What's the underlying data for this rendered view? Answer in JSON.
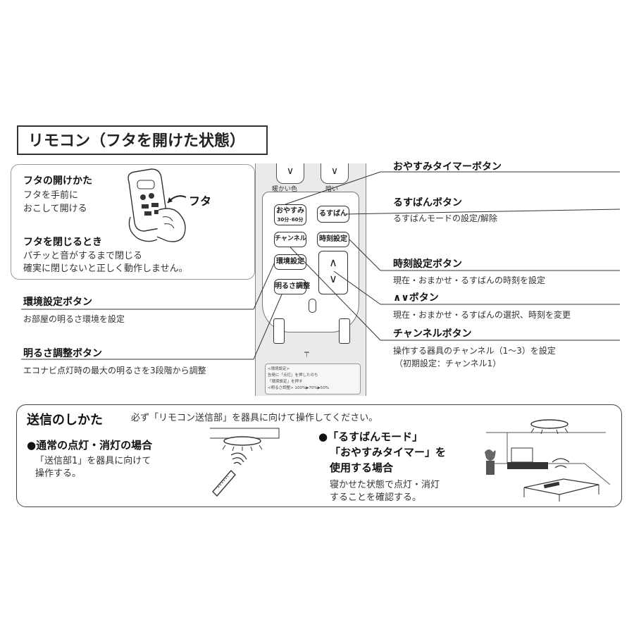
{
  "page_title": "リモコン（フタを開けた状態）",
  "lid": {
    "open_heading": "フタの開けかた",
    "open_lines": [
      "フタを手前に",
      "おこして開ける"
    ],
    "lid_label": "フタ",
    "close_heading": "フタを閉じるとき",
    "close_lines": [
      "パチッと音がするまで閉じる",
      "確実に閉じないと正しく動作しません。"
    ]
  },
  "remote": {
    "top_labels": [
      "暖かい色",
      "暗い"
    ],
    "up_glyph": "∨",
    "arrow_up": "∧",
    "arrow_down": "∨",
    "buttons": {
      "oyasumi_main": "おやすみ",
      "oyasumi_sub": "30分･60分",
      "rusuban": "るすばん",
      "channel": "チャンネル",
      "jikoku": "時刻設定",
      "kankyo": "環境設定",
      "akarusa": "明るさ調整"
    },
    "panel_notes": [
      "<環境設定>",
      "告発に「点灯」を押したのち",
      "「環境設定」を押す",
      "<明るさ調整> 100%▶70%▶50%"
    ]
  },
  "left_callouts": {
    "kankyo_title": "環境設定ボタン",
    "kankyo_desc": "お部屋の明るさ環境を設定",
    "akarusa_title": "明るさ調整ボタン",
    "akarusa_desc": "エコナビ点灯時の最大の明るさを3段階から調整"
  },
  "right_callouts": {
    "oyasumi_title": "おやすみタイマーボタン",
    "rusuban_title": "るすばんボタン",
    "rusuban_desc": "るすばんモードの設定/解除",
    "jikoku_title": "時刻設定ボタン",
    "jikoku_desc": "現在・おまかせ・るすばんの時刻を設定",
    "arrow_title": "∧∨ボタン",
    "arrow_desc": "現在・おまかせ・るすばんの選択、時刻を変更",
    "channel_title": "チャンネルボタン",
    "channel_desc_1": "操作する器具のチャンネル（1〜3）を設定",
    "channel_desc_2": "（初期設定：チャンネル1）"
  },
  "sending": {
    "title": "送信のしかた",
    "note": "必ず「リモコン送信部」を器具に向けて操作してください。",
    "normal_heading": "●通常の点灯・消灯の場合",
    "normal_lines": [
      "「送信部1」を器具に向けて",
      "操作する。"
    ],
    "mode_heading_lines": [
      "●「るすばんモード」",
      "「おやすみタイマー」を",
      "使用する場合"
    ],
    "mode_lines": [
      "寝かせた状態で点灯・消灯",
      "することを確認する。"
    ]
  }
}
